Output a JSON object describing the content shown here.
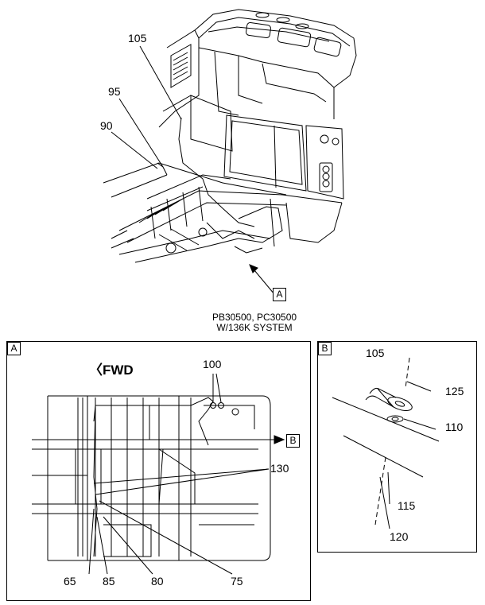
{
  "top_view": {
    "callouts": [
      "105",
      "95",
      "90"
    ],
    "view_ref": "A",
    "caption_line1": "PB30500, PC30500",
    "caption_line2": "W/136K SYSTEM"
  },
  "panel_a": {
    "tag": "A",
    "direction": "FWD",
    "callouts": [
      "100",
      "130",
      "65",
      "85",
      "80",
      "75"
    ],
    "detail_ref": "B"
  },
  "panel_b": {
    "tag": "B",
    "callouts": [
      "105",
      "125",
      "110",
      "115",
      "120"
    ]
  }
}
